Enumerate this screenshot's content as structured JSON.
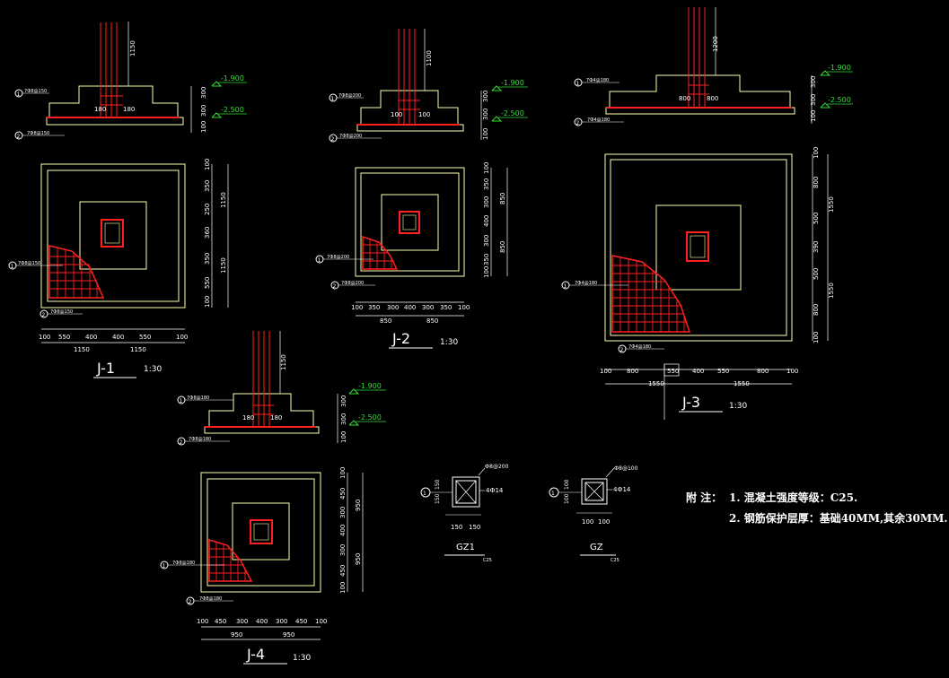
{
  "colors": {
    "bg": "#000000",
    "outline": "#ffffb0",
    "rebar": "#ff2020",
    "dim": "#ffffff",
    "level": "#33dd33",
    "text": "#ffffff",
    "title": "#ffffff"
  },
  "j1": {
    "title": "J-1",
    "scale": "1:30",
    "section": {
      "h_col": "1150",
      "b1": "180",
      "b2": "180",
      "d1": "300",
      "d2": "300",
      "d3": "100",
      "lev1": "-1.900",
      "lev2": "-2.500",
      "call1": "7Ф8@150",
      "call2": "7Ф8@150"
    },
    "plan": {
      "left_dims": [
        "100",
        "550",
        "400",
        "400",
        "550",
        "100"
      ],
      "left_totals": [
        "1150",
        "1150"
      ],
      "right_dims": [
        "100",
        "350",
        "250",
        "360",
        "350",
        "550",
        "100"
      ],
      "right_totals": [
        "1150",
        "1150"
      ],
      "call1": "7Ф8@150",
      "call2": "7Ф8@150"
    }
  },
  "j2": {
    "title": "J-2",
    "scale": "1:30",
    "section": {
      "h_col": "1100",
      "b1": "100",
      "b2": "100",
      "d1": "300",
      "d2": "300",
      "d3": "100",
      "lev1": "-1.900",
      "lev2": "-2.500",
      "call1": "7Ф8@200",
      "call2": "7Ф8@200"
    },
    "plan": {
      "bottom_dims": [
        "100",
        "350",
        "300",
        "400",
        "300",
        "350",
        "100"
      ],
      "bottom_totals": [
        "850",
        "850"
      ],
      "right_dims": [
        "100",
        "350",
        "300",
        "400",
        "300",
        "350",
        "100"
      ],
      "right_totals": [
        "850",
        "850"
      ],
      "call1": "7Ф8@200",
      "call2": "7Ф8@200"
    }
  },
  "j3": {
    "title": "J-3",
    "scale": "1:30",
    "section": {
      "h_col": "1200",
      "b1": "800",
      "b2": "800",
      "d1": "300",
      "d2": "300",
      "d3": "100",
      "lev1": "-1.900",
      "lev2": "-2.500",
      "call1": "7Ф4@180",
      "call2": "7Ф4@180"
    },
    "plan": {
      "bottom_dims": [
        "100",
        "800",
        "550",
        "400",
        "550",
        "800",
        "100"
      ],
      "bottom_totals": [
        "1550",
        "1550"
      ],
      "right_dims": [
        "100",
        "800",
        "500",
        "390",
        "500",
        "800",
        "100"
      ],
      "right_totals": [
        "1550",
        "1550"
      ],
      "call1": "7Ф4@180",
      "call2": "7Ф4@180"
    }
  },
  "j4": {
    "title": "J-4",
    "scale": "1:30",
    "section": {
      "h_col": "1150",
      "b1": "180",
      "b2": "180",
      "d1": "300",
      "d2": "300",
      "d3": "100",
      "lev1": "-1.900",
      "lev2": "-2.500",
      "call1": "7Ф8@180",
      "call2": "7Ф8@180"
    },
    "plan": {
      "bottom_dims": [
        "100",
        "450",
        "300",
        "400",
        "300",
        "450",
        "100"
      ],
      "bottom_totals": [
        "950",
        "950"
      ],
      "right_dims": [
        "100",
        "450",
        "300",
        "400",
        "300",
        "450",
        "100"
      ],
      "right_totals": [
        "950",
        "950"
      ],
      "call1": "7Ф8@180",
      "call2": "7Ф8@180"
    }
  },
  "gz1": {
    "title": "GZ1",
    "sub": "C25",
    "bar": "4Ф14",
    "stir": "Ф8@200",
    "d1": "150",
    "d2": "150",
    "num": "1"
  },
  "gz": {
    "title": "GZ",
    "sub": "C25",
    "bar": "4Ф14",
    "stir": "Ф8@100",
    "d1": "100",
    "d2": "100",
    "num": "1"
  },
  "notes": {
    "label": "附  注：",
    "n1": "1. 混凝土强度等级：C25.",
    "n2": "2. 钢筋保护层厚：基础40MM,其余30MM."
  },
  "markers": {
    "one": "1",
    "two": "2"
  }
}
